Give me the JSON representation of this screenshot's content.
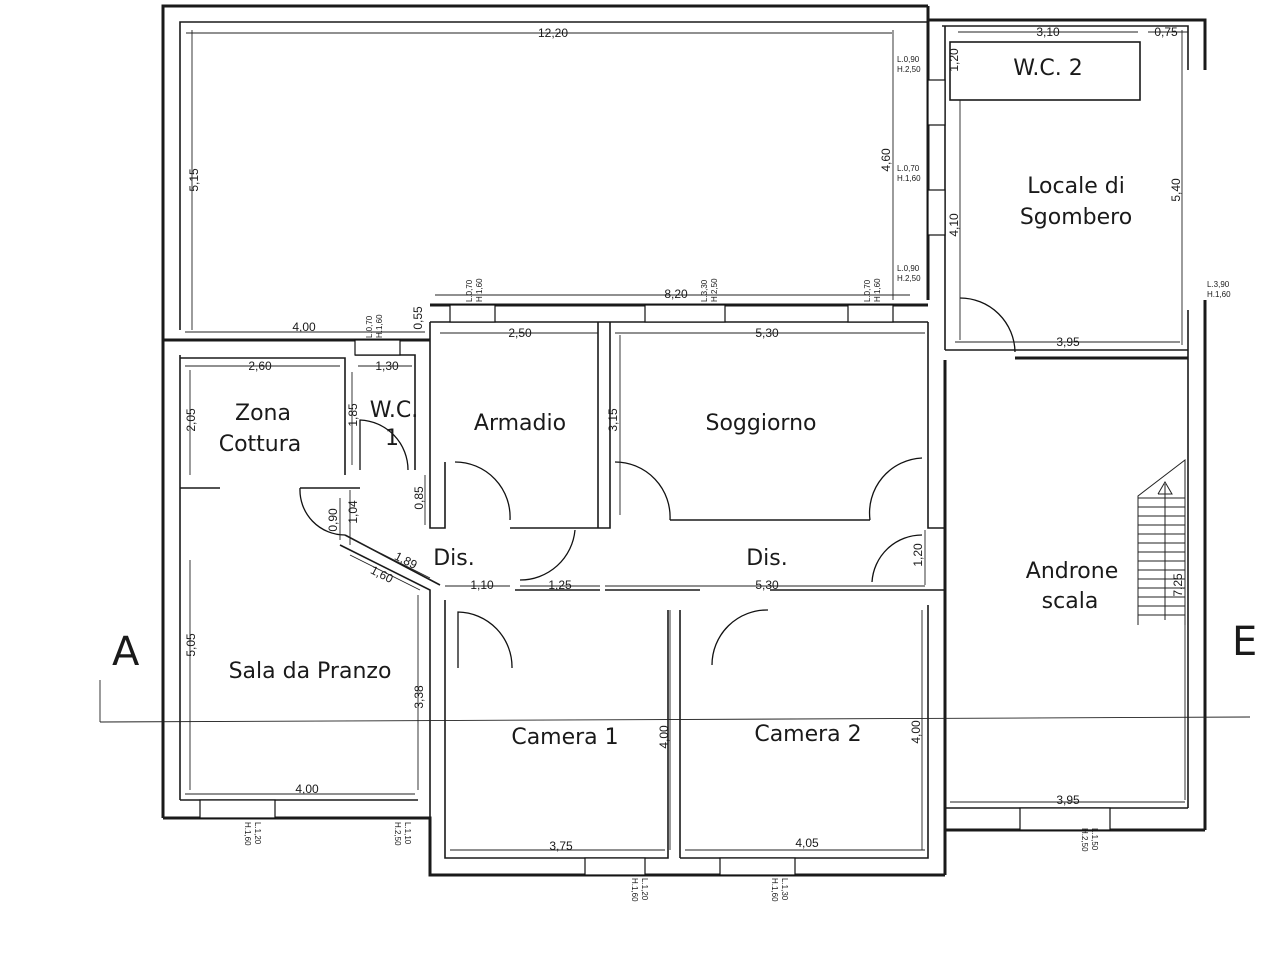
{
  "rooms": {
    "wc2": "W.C. 2",
    "locale_line1": "Locale di",
    "locale_line2": "Sgombero",
    "zona_line1": "Zona",
    "zona_line2": "Cottura",
    "wc1_line1": "W.C.",
    "wc1_line2": "1",
    "armadio": "Armadio",
    "soggiorno": "Soggiorno",
    "dis_left": "Dis.",
    "dis_right": "Dis.",
    "androne_line1": "Androne",
    "androne_line2": "scala",
    "sala": "Sala da Pranzo",
    "camera1": "Camera  1",
    "camera2": "Camera 2"
  },
  "section_marks": {
    "left": "A",
    "right": "E"
  },
  "dimensions": {
    "top_width": "12,20",
    "top_height": "5,15",
    "top_inner_height": "4,60",
    "wc2_width": "3,10",
    "wc2_side": "0,75",
    "wc2_height": "1,20",
    "locale_height": "5,40",
    "locale_inner": "4,10",
    "locale_width": "3,95",
    "bottom_top_left": "4,00",
    "gap_055": "0,55",
    "mid_820": "8,20",
    "armadio_width": "2,50",
    "soggiorno_width": "5,30",
    "zona_width": "2,60",
    "wc1_width": "1,30",
    "zona_height": "2,05",
    "wc1_height": "1,85",
    "soggiorno_height": "3,15",
    "d085": "0,85",
    "d104": "1,04",
    "d090": "0,90",
    "d189": "1,89",
    "d160": "1,60",
    "d110": "1,10",
    "d125": "1,25",
    "dis_530": "5,30",
    "d120": "1,20",
    "stair_725": "7,25",
    "sala_height": "5,05",
    "sala_338": "3,38",
    "sala_width": "4,00",
    "cam_height_1": "4,00",
    "cam_height_2": "4,00",
    "cam1_width": "3,75",
    "cam2_width": "4,05",
    "androne_width": "3,95"
  },
  "openings": {
    "o_wc2_1": "L.0,90",
    "o_wc2_2": "H.2,50",
    "o_mid_1": "L.0,70",
    "o_mid_2": "H.1,60",
    "o_loc_1": "L.0,90",
    "o_loc_2": "H.2,50",
    "o_r_1": "L.3,90",
    "o_r_2": "H.1,60",
    "o_t1_1": "L.0,70",
    "o_t1_2": "H.1,60",
    "o_t2_1": "L.3,30",
    "o_t2_2": "H.2,50",
    "o_t3_1": "L.0,70",
    "o_t3_2": "H.1,60",
    "o_w1_1": "L.0,70",
    "o_w1_2": "H.1,60",
    "o_b1_1": "L.1,20",
    "o_b1_2": "H.1,60",
    "o_b2_1": "L.1,10",
    "o_b2_2": "H.2,50",
    "o_b3_1": "L.1,20",
    "o_b3_2": "H.1,60",
    "o_b4_1": "L.1,30",
    "o_b4_2": "H.1,60",
    "o_b5_1": "L.1,50",
    "o_b5_2": "H.2,50"
  }
}
